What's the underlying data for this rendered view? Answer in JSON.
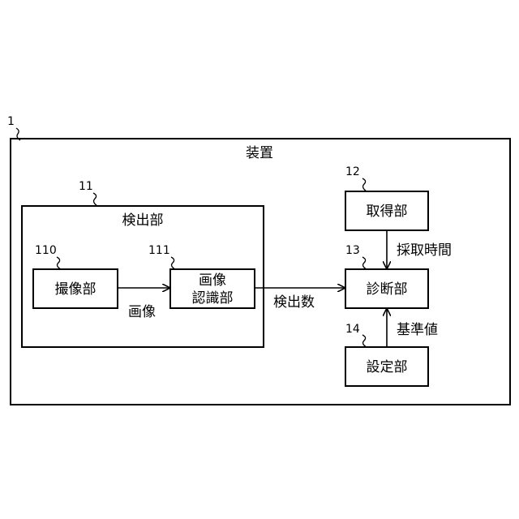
{
  "device": {
    "ref": "1",
    "label": "装置"
  },
  "detection_unit": {
    "ref": "11",
    "label": "検出部"
  },
  "imaging_unit": {
    "ref": "110",
    "label": "撮像部"
  },
  "image_recognition_unit": {
    "ref": "111",
    "label_line1": "画像",
    "label_line2": "認識部"
  },
  "acquisition_unit": {
    "ref": "12",
    "label": "取得部"
  },
  "diagnosis_unit": {
    "ref": "13",
    "label": "診断部"
  },
  "setting_unit": {
    "ref": "14",
    "label": "設定部"
  },
  "edges": {
    "image": "画像",
    "detection_count": "検出数",
    "collection_time": "採取時間",
    "reference_value": "基準値"
  }
}
